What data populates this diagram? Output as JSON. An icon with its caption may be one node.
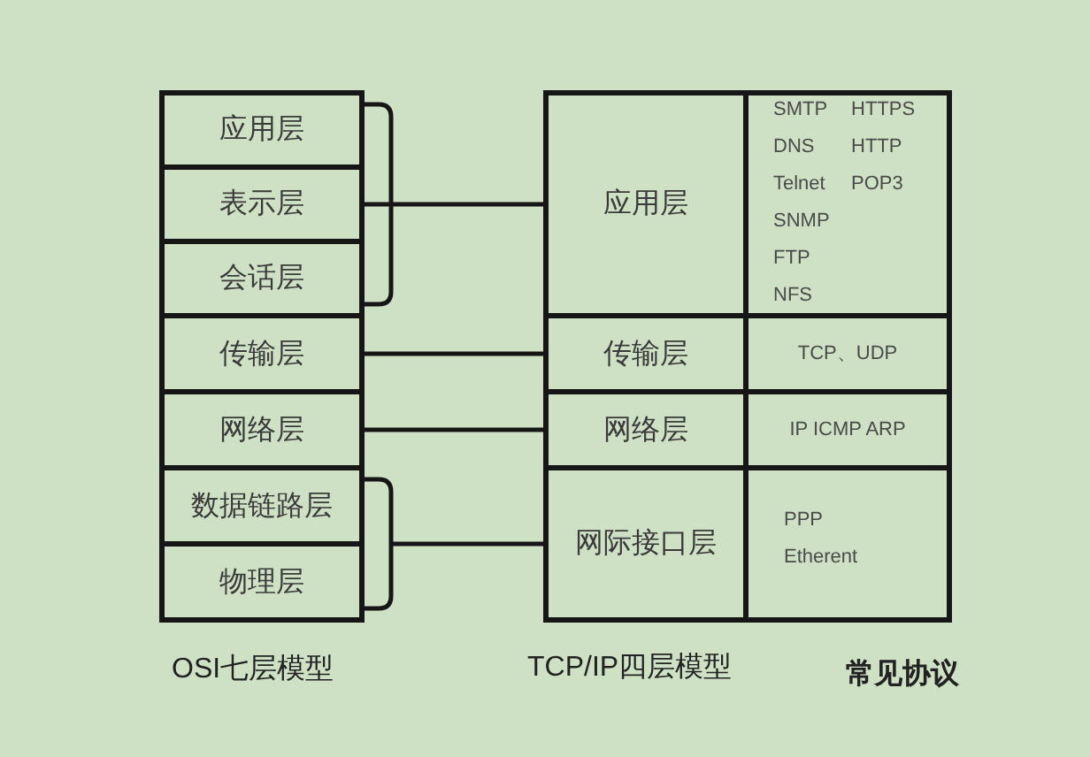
{
  "diagram": {
    "nodes": [
      {
        "text": [
          "应用层"
        ]
      },
      {
        "text": [
          "表示层"
        ]
      },
      {
        "text": [
          "会话层"
        ]
      },
      {
        "text": [
          "传输层"
        ]
      },
      {
        "text": [
          "网络层"
        ]
      },
      {
        "text": [
          "数据链路层"
        ]
      },
      {
        "text": [
          "物理层"
        ]
      },
      {
        "text": [
          "应用层"
        ]
      },
      {
        "text": [
          "传输层"
        ]
      },
      {
        "text": [
          "网络层"
        ]
      },
      {
        "text": [
          "网际接口层"
        ]
      },
      {
        "text": [
          "SMTP",
          "HTTPS",
          "DNS",
          "HTTP",
          "Telnet",
          "POP3",
          "SNMP",
          "FTP",
          "NFS"
        ]
      },
      {
        "text": [
          "TCP、UDP"
        ]
      },
      {
        "text": [
          "IP ICMP ARP"
        ]
      },
      {
        "text": [
          "PPP",
          "Etherent"
        ]
      }
    ],
    "edges": [
      {
        "from": 0,
        "to": 7,
        "arrow": "none"
      },
      {
        "from": 1,
        "to": 7,
        "arrow": "none"
      },
      {
        "from": 2,
        "to": 7,
        "arrow": "none"
      },
      {
        "from": 3,
        "to": 8,
        "arrow": "none"
      },
      {
        "from": 4,
        "to": 9,
        "arrow": "none"
      },
      {
        "from": 5,
        "to": 10,
        "arrow": "none"
      },
      {
        "from": 6,
        "to": 10,
        "arrow": "none"
      }
    ],
    "labels": [
      "OSI七层模型",
      "TCP/IP四层模型",
      "常见协议"
    ]
  }
}
